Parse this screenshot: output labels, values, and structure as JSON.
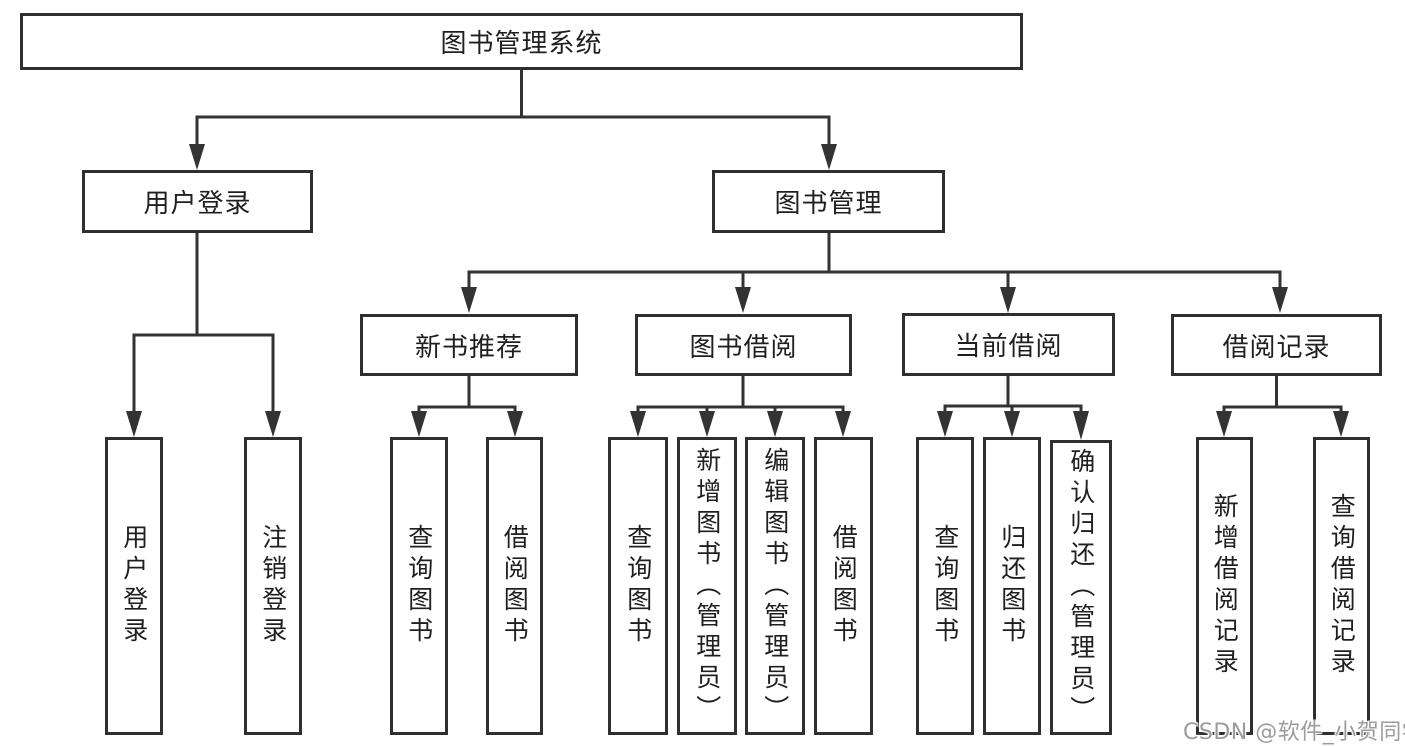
{
  "diagram_title": "图书管理系统",
  "watermark": {
    "text": "CSDN @软件_小贺同学",
    "color": "#9c9c9c"
  },
  "colors": {
    "line": "#333333",
    "box_border": "#2f2f2f",
    "text": "#1f1f1f",
    "background": "#ffffff"
  },
  "nodes": {
    "root": {
      "label": "图书管理系统"
    },
    "user_login": {
      "label": "用户登录"
    },
    "book_mgmt": {
      "label": "图书管理"
    },
    "new_book_rec": {
      "label": "新书推荐"
    },
    "book_borrow": {
      "label": "图书借阅"
    },
    "current_borrow": {
      "label": "当前借阅"
    },
    "borrow_record": {
      "label": "借阅记录"
    },
    "leaf_user_login": {
      "label": "用户登录"
    },
    "leaf_logout": {
      "label": "注销登录"
    },
    "leaf_query_book_newrec": {
      "label": "查询图书"
    },
    "leaf_borrow_book_newrec": {
      "label": "借阅图书"
    },
    "leaf_query_book_borrow": {
      "label": "查询图书"
    },
    "leaf_add_book_admin": {
      "label": "新增图书（管理员）"
    },
    "leaf_edit_book_admin": {
      "label": "编辑图书（管理员）"
    },
    "leaf_borrow_book_borrow": {
      "label": "借阅图书"
    },
    "leaf_query_book_current": {
      "label": "查询图书"
    },
    "leaf_return_book": {
      "label": "归还图书"
    },
    "leaf_confirm_return_admin": {
      "label": "确认归还（管理员）"
    },
    "leaf_add_borrow_record": {
      "label": "新增借阅记录"
    },
    "leaf_query_borrow_record": {
      "label": "查询借阅记录"
    }
  },
  "hierarchy": {
    "root": [
      "user_login",
      "book_mgmt"
    ],
    "user_login": [
      "leaf_user_login",
      "leaf_logout"
    ],
    "book_mgmt": [
      "new_book_rec",
      "book_borrow",
      "current_borrow",
      "borrow_record"
    ],
    "new_book_rec": [
      "leaf_query_book_newrec",
      "leaf_borrow_book_newrec"
    ],
    "book_borrow": [
      "leaf_query_book_borrow",
      "leaf_add_book_admin",
      "leaf_edit_book_admin",
      "leaf_borrow_book_borrow"
    ],
    "current_borrow": [
      "leaf_query_book_current",
      "leaf_return_book",
      "leaf_confirm_return_admin"
    ],
    "borrow_record": [
      "leaf_add_borrow_record",
      "leaf_query_borrow_record"
    ]
  }
}
